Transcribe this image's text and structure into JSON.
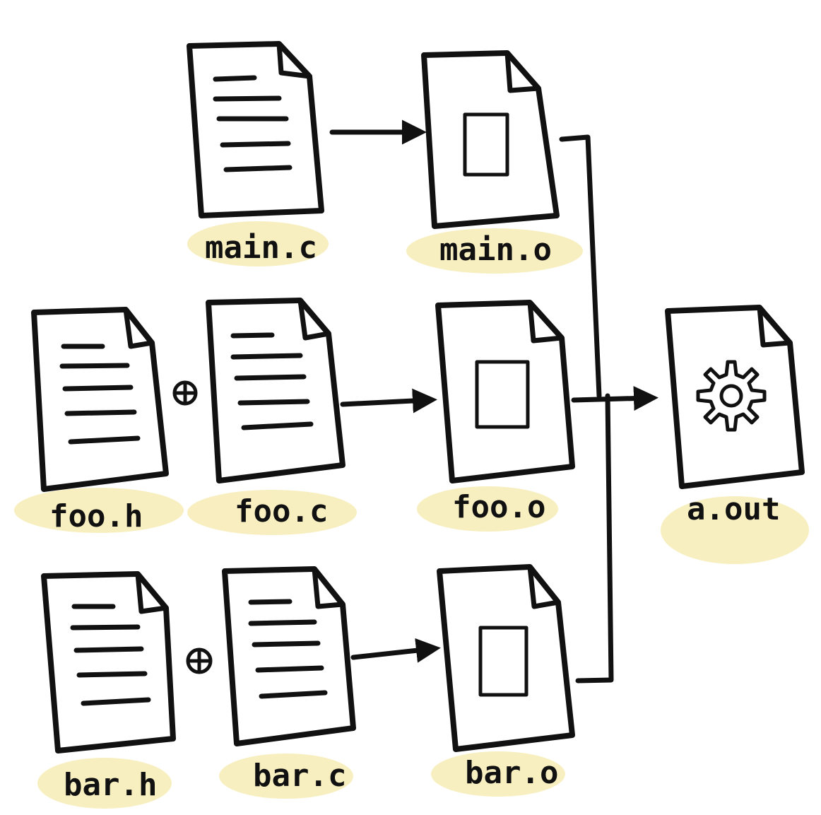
{
  "colors": {
    "ink": "#111111",
    "highlight": "#f7ecb5",
    "paper": "#ffffff"
  },
  "sources": {
    "main_c": "main.c",
    "foo_h": "foo.h",
    "foo_c": "foo.c",
    "bar_h": "bar.h",
    "bar_c": "bar.c"
  },
  "objects": {
    "main_o": "main.o",
    "foo_o": "foo.o",
    "bar_o": "bar.o"
  },
  "output": {
    "executable": "a.out"
  },
  "operators": {
    "plus": "⊕"
  }
}
